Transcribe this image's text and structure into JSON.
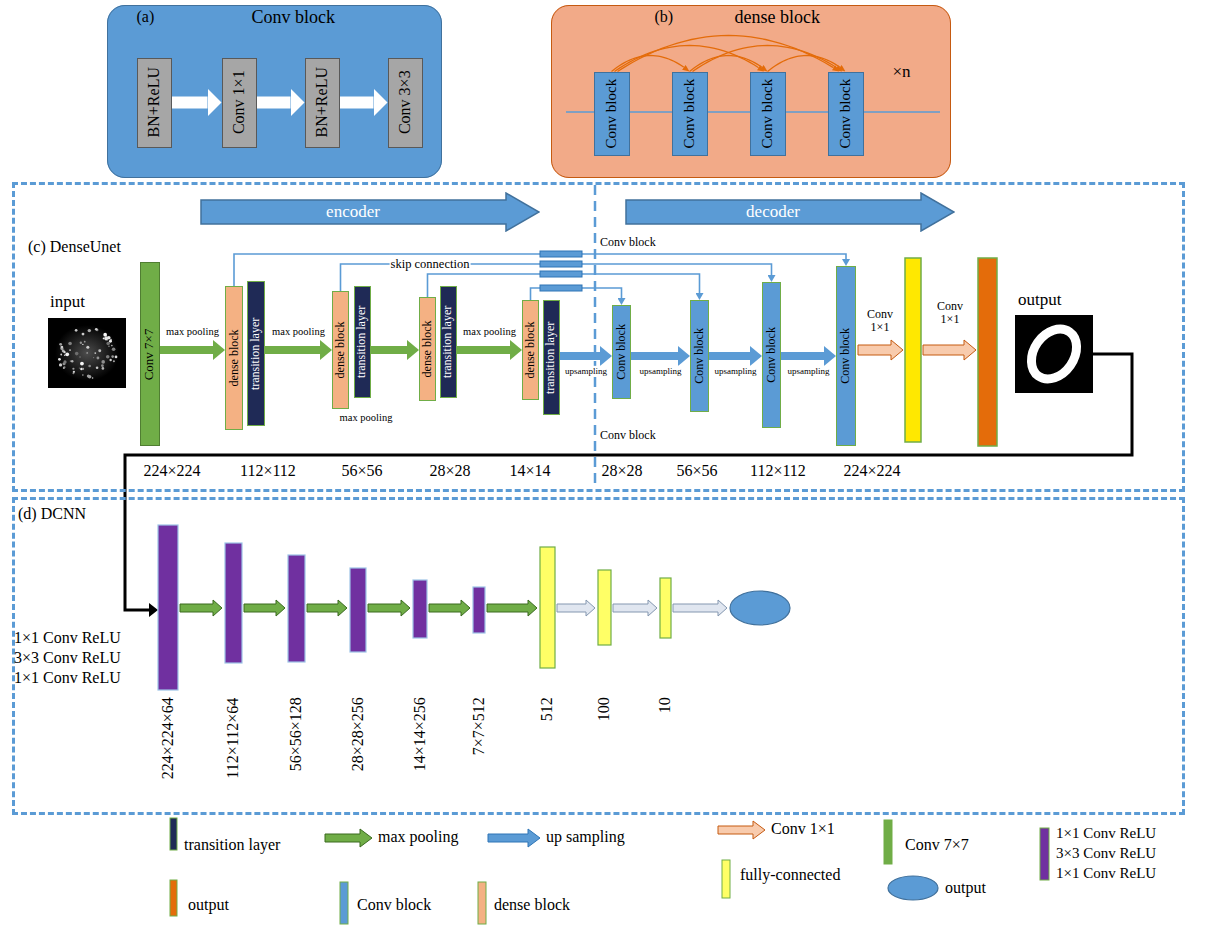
{
  "diagram": {
    "nodes": [
      {
        "text": [
          "(a)",
          "Conv block"
        ]
      },
      {
        "text": [
          "BN+ReLU"
        ],
        "in": 0
      },
      {
        "text": [
          "Conv 1×1"
        ],
        "in": 0
      },
      {
        "text": [
          "BN+ReLU"
        ],
        "in": 0
      },
      {
        "text": [
          "Conv 3×3"
        ],
        "in": 0
      },
      {
        "text": [
          "(b)",
          "dense block",
          "×n"
        ]
      },
      {
        "text": [
          "Conv block"
        ],
        "in": 5
      },
      {
        "text": [
          "Conv block"
        ],
        "in": 5
      },
      {
        "text": [
          "Conv block"
        ],
        "in": 5
      },
      {
        "text": [
          "Conv block"
        ],
        "in": 5
      },
      {
        "text": [
          "(c) DenseUnet"
        ]
      },
      {
        "text": [
          "encoder"
        ],
        "in": 10
      },
      {
        "text": [
          "decoder"
        ],
        "in": 10
      },
      {
        "text": [
          "Conv 7×7"
        ],
        "in": 10
      },
      {
        "text": [
          "dense block"
        ],
        "in": 10
      },
      {
        "text": [
          "transition layer"
        ],
        "in": 10
      },
      {
        "text": [
          "dense block"
        ],
        "in": 10
      },
      {
        "text": [
          "transition layer"
        ],
        "in": 10
      },
      {
        "text": [
          "dense block"
        ],
        "in": 10
      },
      {
        "text": [
          "transition layer"
        ],
        "in": 10
      },
      {
        "text": [
          "dense block"
        ],
        "in": 10
      },
      {
        "text": [
          "transition layer"
        ],
        "in": 10
      },
      {
        "text": [
          "Conv block"
        ],
        "in": 10
      },
      {
        "text": [
          "Conv block"
        ],
        "in": 10
      },
      {
        "text": [
          "Conv block"
        ],
        "in": 10
      },
      {
        "text": [
          "Conv block"
        ],
        "in": 10
      },
      {
        "text": [
          "(d) DCNN"
        ]
      }
    ],
    "edges": [
      {
        "from": 1,
        "to": 2,
        "arrow": "to"
      },
      {
        "from": 2,
        "to": 3,
        "arrow": "to"
      },
      {
        "from": 3,
        "to": 4,
        "arrow": "to"
      },
      {
        "from": 6,
        "to": 7,
        "arrow": "to"
      },
      {
        "from": 6,
        "to": 8,
        "arrow": "to"
      },
      {
        "from": 6,
        "to": 9,
        "arrow": "to"
      },
      {
        "from": 7,
        "to": 8,
        "arrow": "to"
      },
      {
        "from": 7,
        "to": 9,
        "arrow": "to"
      },
      {
        "from": 8,
        "to": 9,
        "arrow": "to"
      },
      {
        "from": 13,
        "to": 14,
        "label": "max pooling",
        "arrow": "to"
      },
      {
        "from": 15,
        "to": 16,
        "label": "max pooling",
        "arrow": "to"
      },
      {
        "from": 17,
        "to": 18,
        "label": "max pooling",
        "arrow": "to"
      },
      {
        "from": 19,
        "to": 20,
        "label": "max pooling",
        "arrow": "to"
      },
      {
        "from": 21,
        "to": 22,
        "label": "upsampling",
        "arrow": "to"
      },
      {
        "from": 22,
        "to": 23,
        "label": "upsampling",
        "arrow": "to"
      },
      {
        "from": 23,
        "to": 24,
        "label": "upsampling",
        "arrow": "to"
      },
      {
        "from": 24,
        "to": 25,
        "label": "upsampling",
        "arrow": "to"
      },
      {
        "from": 14,
        "to": 25,
        "arrow": "to"
      },
      {
        "from": 16,
        "to": 24,
        "label": "skip connection",
        "arrow": "to"
      },
      {
        "from": 18,
        "to": 23,
        "arrow": "to"
      },
      {
        "from": 20,
        "to": 22,
        "arrow": "to"
      }
    ],
    "labels": [
      "input",
      "Conv block",
      "Conv block",
      "Conv 1×1",
      "Conv 1×1",
      "output",
      "224×224",
      "112×112",
      "56×56",
      "28×28",
      "14×14",
      "28×28",
      "56×56",
      "112×112",
      "224×224",
      "1×1 Conv ReLU 3×3 Conv ReLU 1×1 Conv ReLU",
      "224×224×64",
      "112×112×64",
      "56×56×128",
      "28×28×256",
      "14×14×256",
      "7×7×512",
      "512",
      "100",
      "10"
    ],
    "legend": [
      {
        "text": "transition layer",
        "color": "#1f2a56"
      },
      {
        "text": "max pooling"
      },
      {
        "text": "up sampling"
      },
      {
        "text": "Conv 1×1"
      },
      {
        "text": "Conv 7×7",
        "color": "#70ad47"
      },
      {
        "text": "1×1 Conv ReLU 3×3 Conv ReLU 1×1 Conv ReLU",
        "color": "#7030a0"
      },
      {
        "text": "output",
        "color": "#e46c0a"
      },
      {
        "text": "Conv block",
        "color": "#5b9bd5"
      },
      {
        "text": "dense block",
        "color": "#f4b183"
      },
      {
        "text": "fully-connected",
        "color": "#ffff66"
      },
      {
        "text": "output"
      }
    ]
  }
}
